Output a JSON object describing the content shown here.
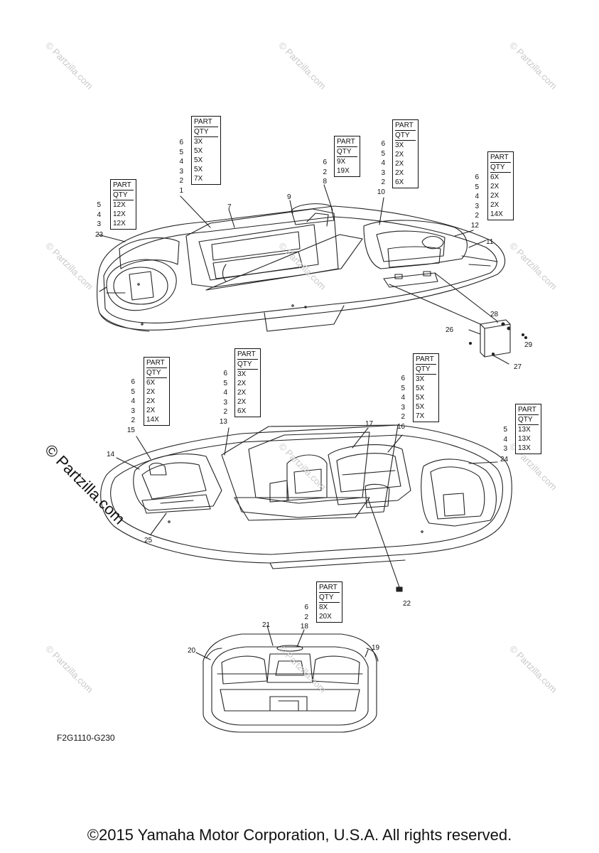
{
  "figure_code": "F2G1110-G230",
  "copyright": "©2015 Yamaha Motor Corporation, U.S.A. All rights reserved.",
  "watermark": "© Partzilla.com",
  "watermark_big": "© Partzilla.com",
  "qty_tables": [
    {
      "header": [
        "PART",
        "QTY"
      ],
      "parts": [
        "6",
        "5",
        "4",
        "3",
        "2",
        "1"
      ],
      "qtys": [
        "3X",
        "5X",
        "5X",
        "5X",
        "7X"
      ]
    },
    {
      "header": [
        "PART",
        "QTY"
      ],
      "parts": [
        "5",
        "4",
        "3"
      ],
      "qtys": [
        "12X",
        "12X",
        "12X"
      ]
    },
    {
      "header": [
        "PART",
        "QTY"
      ],
      "parts": [
        "6",
        "2",
        "8"
      ],
      "qtys": [
        "9X",
        "19X"
      ]
    },
    {
      "header": [
        "PART",
        "QTY"
      ],
      "parts": [
        "6",
        "5",
        "4",
        "3",
        "2",
        "10"
      ],
      "qtys": [
        "3X",
        "2X",
        "2X",
        "2X",
        "6X"
      ]
    },
    {
      "header": [
        "PART",
        "QTY"
      ],
      "parts": [
        "6",
        "5",
        "4",
        "3",
        "2",
        "12"
      ],
      "qtys": [
        "6X",
        "2X",
        "2X",
        "2X",
        "14X"
      ]
    },
    {
      "header": [
        "PART",
        "QTY"
      ],
      "parts": [
        "6",
        "5",
        "4",
        "3",
        "2",
        "15"
      ],
      "qtys": [
        "6X",
        "2X",
        "2X",
        "2X",
        "14X"
      ]
    },
    {
      "header": [
        "PART",
        "QTY"
      ],
      "parts": [
        "6",
        "5",
        "4",
        "3",
        "2",
        "13"
      ],
      "qtys": [
        "3X",
        "2X",
        "2X",
        "2X",
        "6X"
      ]
    },
    {
      "header": [
        "PART",
        "QTY"
      ],
      "parts": [
        "6",
        "5",
        "4",
        "3",
        "2",
        "16"
      ],
      "qtys": [
        "3X",
        "5X",
        "5X",
        "5X",
        "7X"
      ]
    },
    {
      "header": [
        "PART",
        "QTY"
      ],
      "parts": [
        "5",
        "4",
        "3"
      ],
      "qtys": [
        "13X",
        "13X",
        "13X"
      ]
    },
    {
      "header": [
        "PART",
        "QTY"
      ],
      "parts": [
        "6",
        "2",
        "18"
      ],
      "qtys": [
        "8X",
        "20X"
      ]
    }
  ],
  "callouts": [
    "23",
    "7",
    "9",
    "11",
    "26",
    "28",
    "29",
    "27",
    "14",
    "17",
    "24",
    "25",
    "22",
    "21",
    "20",
    "19"
  ]
}
